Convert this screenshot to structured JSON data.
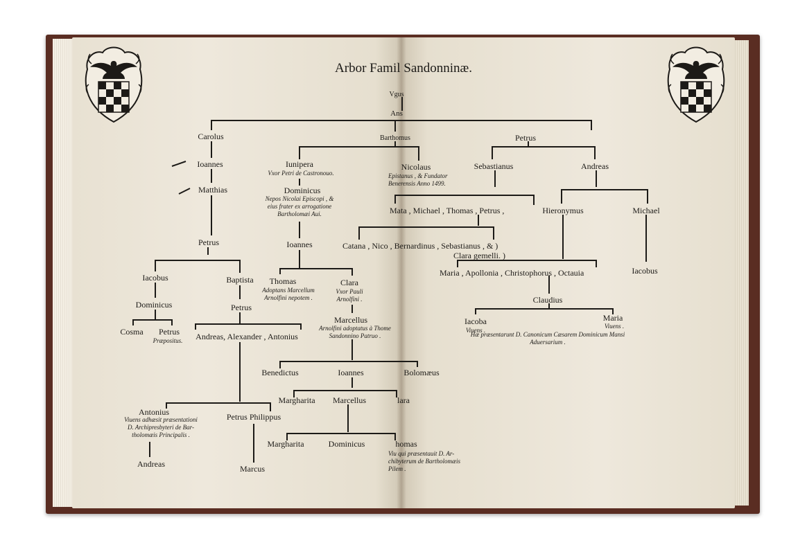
{
  "title": "Arbor Famil Sandonninæ.",
  "root": [
    "Vgus",
    "Ans"
  ],
  "people": {
    "carolus": "Carolus",
    "ioannes1": "Ioannes",
    "matthias": "Matthias",
    "petrus1": "Petrus",
    "iacobus1": "Iacobus",
    "dominicus1": "Dominicus",
    "cosma": "Cosma",
    "petrus_praep": "Petrus",
    "petrus_praep_note": "Præpositus.",
    "baptista": "Baptista",
    "petrus2": "Petrus",
    "andreas_alex": "Andreas, Alexander , Antonius",
    "antonius": "Antonius",
    "antonius_note": [
      "Viuens adhæsit præsentationi",
      "D. Archipresbyteri de Bar-",
      "tholomæis Principalis ."
    ],
    "andreas1": "Andreas",
    "petrus_philippus": "Petrus Philippus",
    "marcus": "Marcus",
    "bartholomaeus": "Barthomus",
    "iunipera": "Iunipera",
    "iunipera_note": "Vxor Petri de Castronouo.",
    "dominicus2": "Dominicus",
    "dominicus2_note": [
      "Nepos Nicolai Episcopi , &",
      "eius frater ex arrogatione",
      "Bartholomæi Aui."
    ],
    "ioannes2": "Ioannes",
    "thomas1": "Thomas",
    "thomas1_note": [
      "Adoptans Marcellum",
      "Arnolfini nepotem ."
    ],
    "clara1": "Clara",
    "clara1_note": [
      "Vxor Pauli",
      "Arnolfini ."
    ],
    "marcellus1": "Marcellus",
    "marcellus1_note": [
      "Arnolfini adoptatus à Thome",
      "Sandonnino Patruo ."
    ],
    "benedictus": "Benedictus",
    "ioannes3": "Ioannes",
    "bartolomaeus": "Bolomæus",
    "margharita1": "Margharita",
    "marcellus2": "Marcellus",
    "clara2": "lara",
    "margharita2": "Margharita",
    "dominicus3": "Dominicus",
    "thomas2": "homas",
    "thomas2_note": [
      "Viu qui præsentauit D. Ar-",
      "chibyterum de Bartholomæis",
      "Pilem ."
    ],
    "nicolaus": "Nicolaus",
    "nicolaus_note": [
      "Epistanus , & Fundator",
      "Benerensis Anno 1499."
    ],
    "petrus3": "Petrus",
    "sebastianus": "Sebastianus",
    "andreas2": "Andreas",
    "gen_row_sebastianus": "Mata , Michael , Thomas , Petrus ,",
    "hieronymus": "Hieronymus",
    "michael": "Michael",
    "catarina_row": "Catana , Nico , Bernardinus , Sebastianus , & )",
    "clara_gemelli": "Clara gemelli. )",
    "maria_row": "Maria , Apollonia , Christophorus , Octauia",
    "iacobus2": "Iacobus",
    "claudius": "Claudius",
    "iacoba": "Iacoba",
    "iacoba_note": "Viuens .",
    "maria": "Maria",
    "maria_note": "Viuens .",
    "presentation_note": [
      "Hæ præsentarunt D. Canonicum Cæsarem Dominicum Mansi",
      "Aduersarium ."
    ]
  },
  "colors": {
    "ink": "#1c1a17",
    "paper": "#ece6d9",
    "binding": "#5a2d22"
  },
  "icons": [
    "eagle-crest-icon",
    "checkered-shield-icon"
  ]
}
